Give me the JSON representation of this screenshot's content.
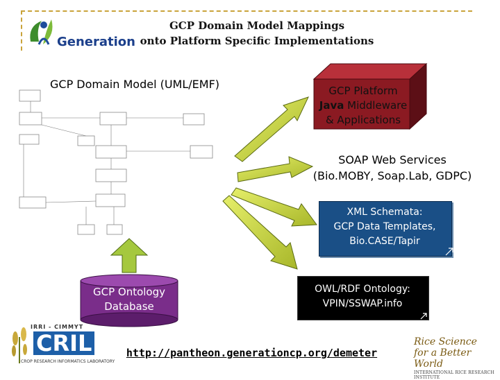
{
  "header": {
    "title_line1": "GCP Domain Model Mappings",
    "title_line2": "onto Platform Specific Implementations",
    "logo_text": "Generation"
  },
  "domain_model": {
    "label": "GCP Domain Model (UML/EMF)"
  },
  "nodes": {
    "platform": {
      "line1": "GCP Platform",
      "line2_prefix": "Java",
      "line2_suffix": " Middleware",
      "line3": "& Applications",
      "color": "#8b1a22"
    },
    "soap": {
      "line1": "SOAP Web Services",
      "line2": "(Bio.MOBY, Soap.Lab, GDPC)"
    },
    "xml": {
      "line1": "XML Schemata:",
      "line2": "GCP Data Templates,",
      "line3": "Bio.CASE/Tapir",
      "color": "#1a4f86"
    },
    "owl": {
      "line1": "OWL/RDF Ontology:",
      "line2": "VPIN/SSWAP.info",
      "color": "#000000"
    },
    "database": {
      "line1": "GCP Ontology",
      "line2": "Database",
      "color": "#7a2d8a"
    }
  },
  "arrow_color": "#c8d63a",
  "footer": {
    "url": "http://pantheon.generationcp.org/demeter",
    "cril_top": "IRRI - CIMMYT",
    "cril_main": "CRIL",
    "cril_bottom": "CROP RESEARCH INFORMATICS LABORATORY",
    "rice_main_1": "Rice Science",
    "rice_main_2": "for a Better World",
    "rice_sub": "INTERNATIONAL RICE RESEARCH INSTITUTE"
  }
}
